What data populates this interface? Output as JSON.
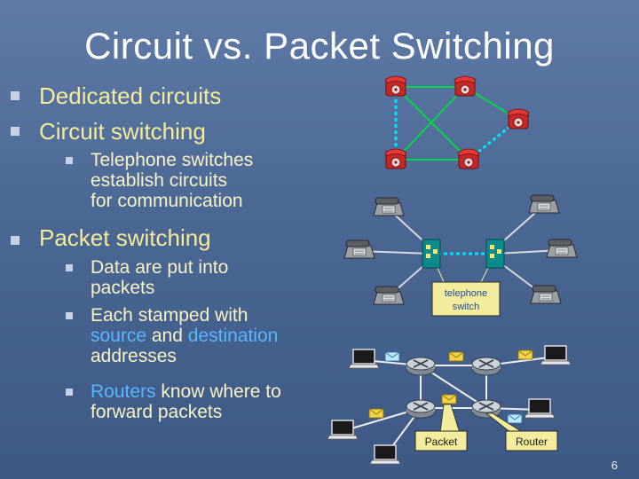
{
  "slide": {
    "title": "Circuit vs. Packet Switching",
    "bullets": [
      {
        "text": "Dedicated circuits"
      },
      {
        "text": "Circuit switching"
      },
      {
        "text_lines": [
          "Telephone switches",
          "establish circuits",
          "for communication"
        ]
      },
      {
        "text": "Packet switching"
      },
      {
        "text_lines": [
          "Data are put into",
          "packets"
        ]
      },
      {
        "lines": [
          {
            "parts": [
              "Each stamped with"
            ]
          },
          {
            "parts": [
              "source",
              " and ",
              "destination"
            ]
          },
          {
            "parts": [
              "addresses"
            ]
          }
        ]
      },
      {
        "lines": [
          {
            "parts": [
              "Routers",
              " know where to"
            ]
          },
          {
            "parts": [
              "forward packets"
            ]
          }
        ]
      }
    ],
    "diagram": {
      "telephone_switch_label": [
        "telephone",
        "switch"
      ],
      "packet_label": "Packet",
      "router_label": "Router"
    },
    "page_number": "6"
  },
  "colors": {
    "background": "#4b6794",
    "title": "#ffffff",
    "level1_text": "#f4ec98",
    "level2_text": "#f7f3c4",
    "highlight": "#57b7ff",
    "circuit_line": "#00d4d4",
    "phone_red": "#c62828",
    "callout_fill": "#f2ec9c",
    "callout_text": "#1a1a1a"
  }
}
